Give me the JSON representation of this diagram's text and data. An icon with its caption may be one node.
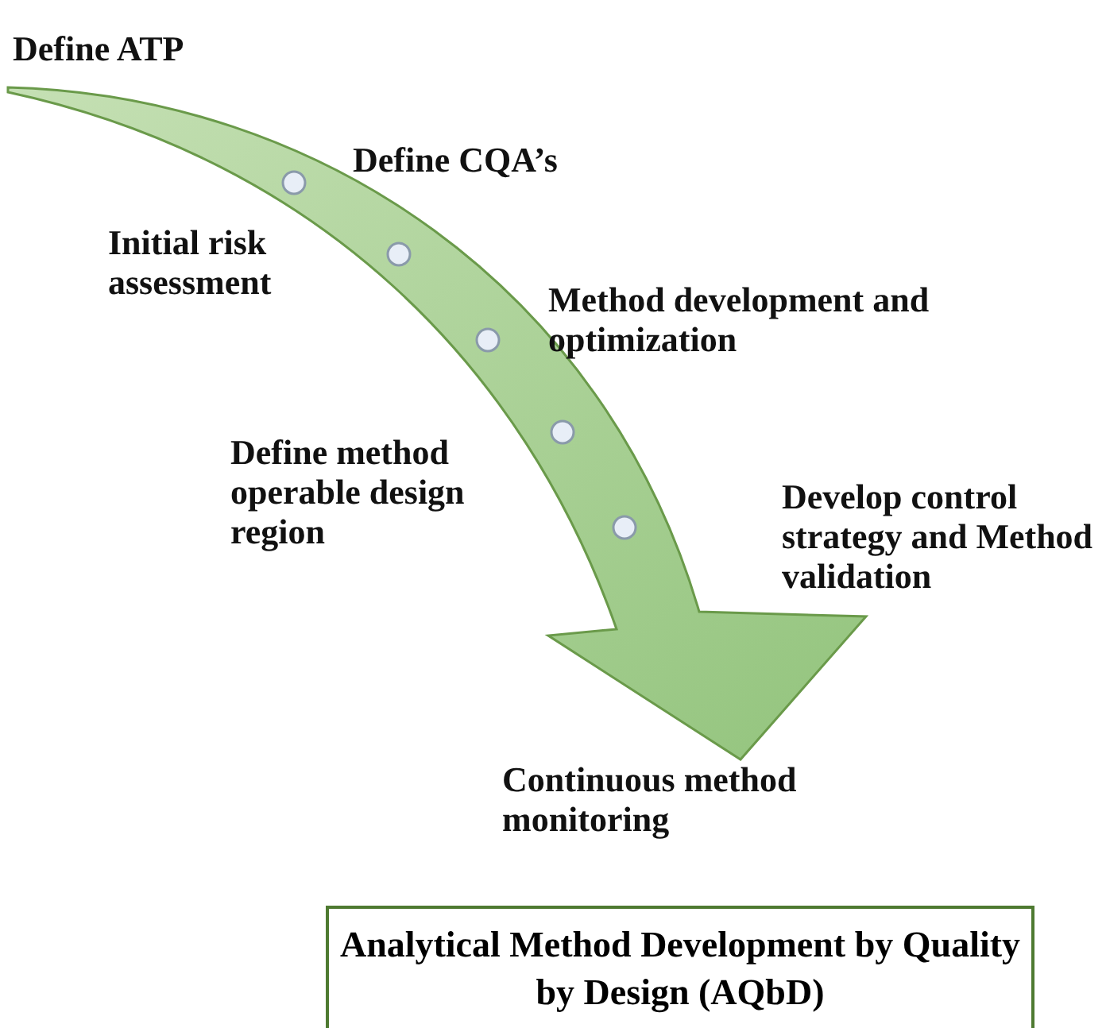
{
  "diagram": {
    "nodes": [
      {
        "text": [
          "Analytical Method Development by Quality by Design (AQbD)"
        ]
      }
    ],
    "labels": [
      "Define ATP",
      "Define CQA’s",
      "Initial risk assessment",
      "Method development and optimization",
      "Define method operable design region",
      "Develop control strategy and Method validation",
      "Continuous method monitoring"
    ]
  }
}
